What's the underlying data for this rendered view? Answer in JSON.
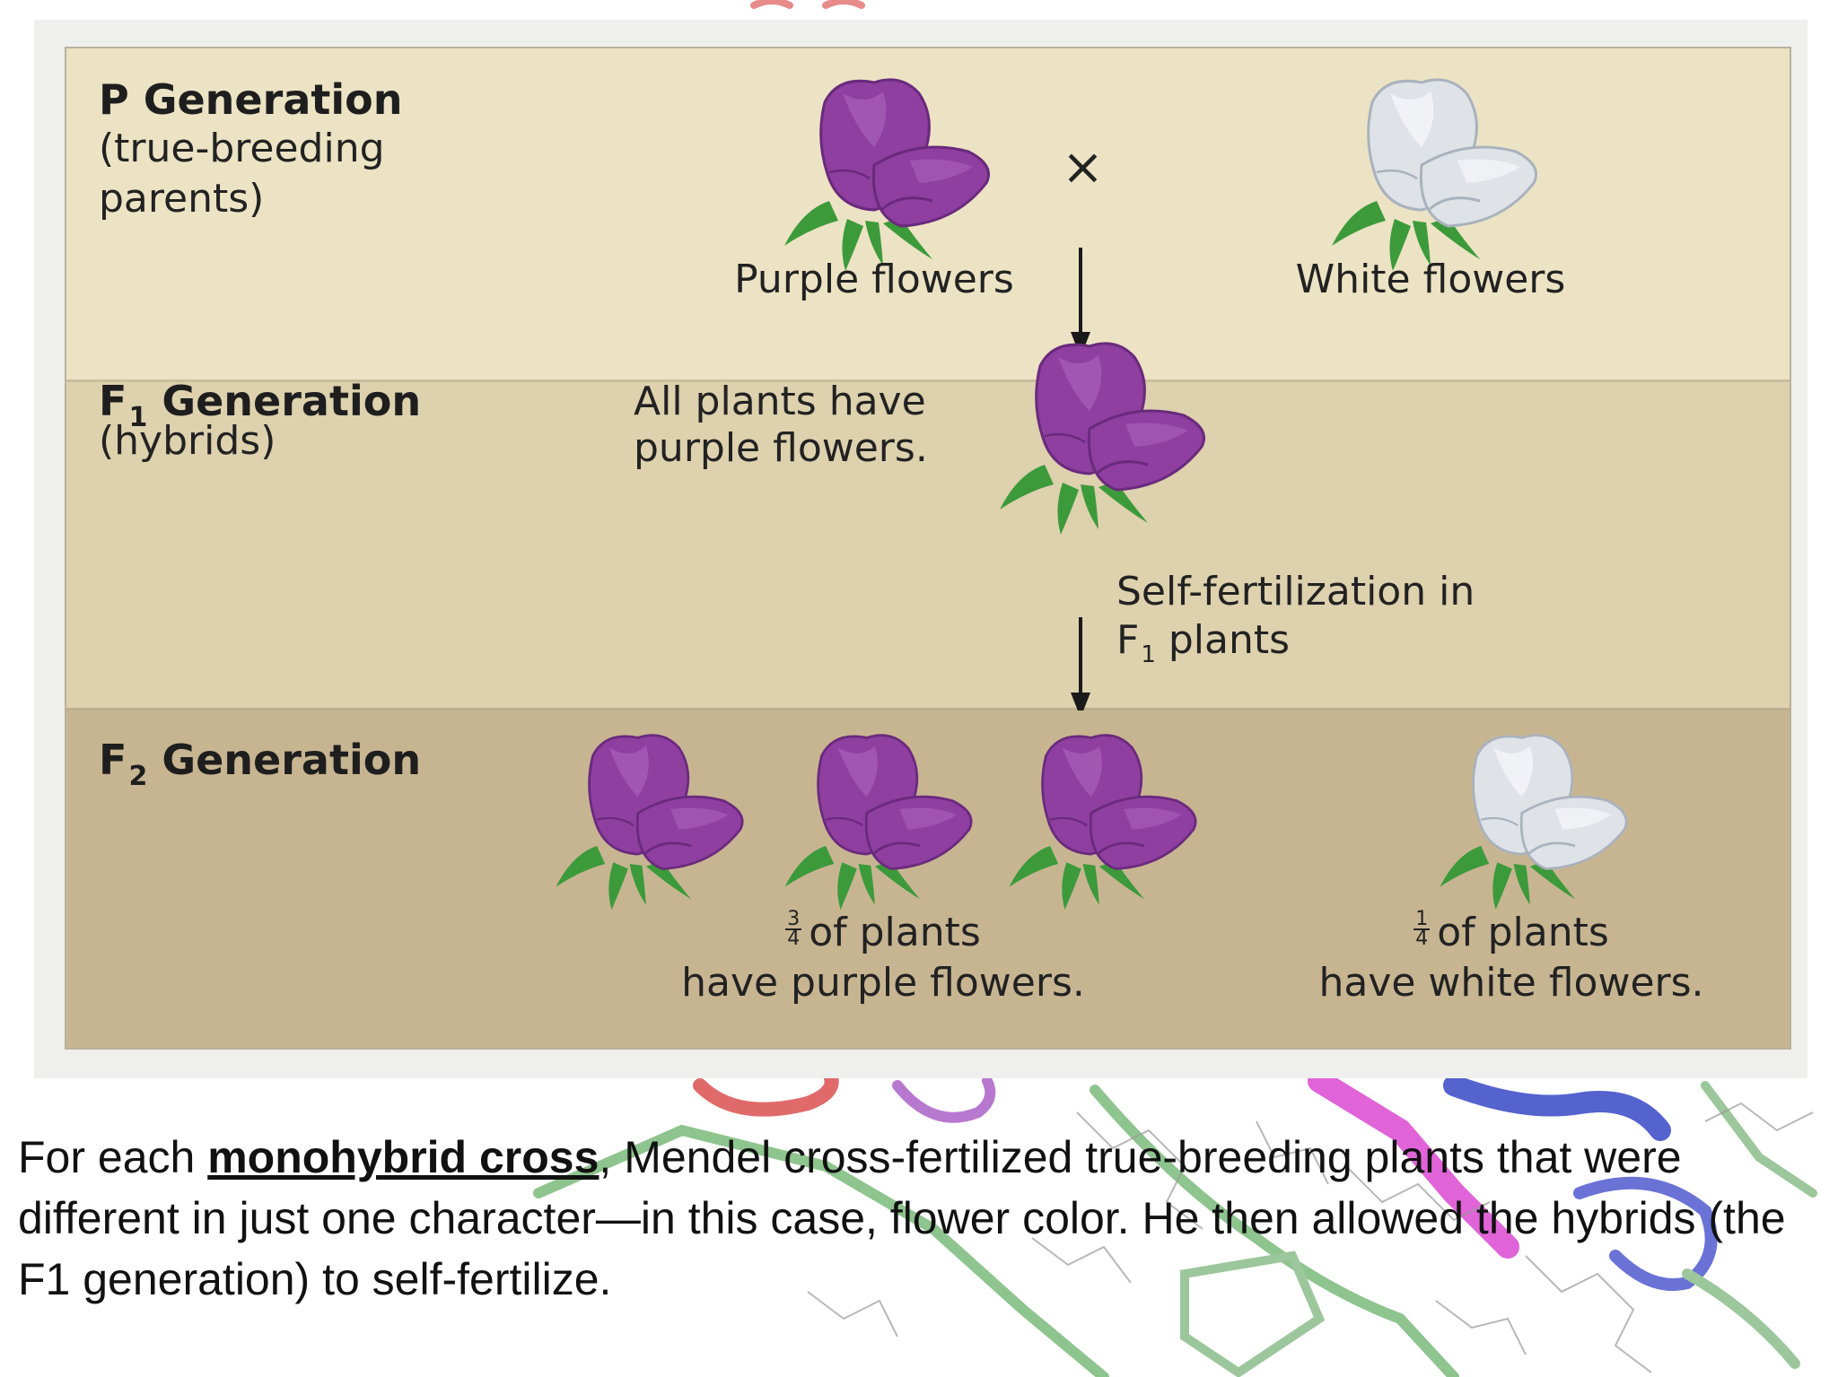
{
  "figure": {
    "cross_symbol": "×",
    "p_generation": {
      "title": "P Generation",
      "subtitle_line1": "(true-breeding",
      "subtitle_line2": "parents)",
      "left_label": "Purple flowers",
      "right_label": "White flowers",
      "left_flower_color": "#8e3fa0",
      "right_flower_color": "#dfe3e8"
    },
    "f1_generation": {
      "title_prefix": "F",
      "title_subscript": "1",
      "title_suffix": " Generation",
      "subtitle": "(hybrids)",
      "label_line1": "All plants have",
      "label_line2": "purple flowers.",
      "arrow_label_line1": "Self-fertilization in",
      "arrow_label_prefix": "F",
      "arrow_label_subscript": "1",
      "arrow_label_suffix": " plants"
    },
    "f2_generation": {
      "title_prefix": "F",
      "title_subscript": "2",
      "title_suffix": " Generation",
      "purple_fraction_num": "3",
      "purple_fraction_den": "4",
      "purple_label_line1": "of plants",
      "purple_label_line2": "have purple flowers.",
      "white_fraction_num": "1",
      "white_fraction_den": "4",
      "white_label_line1": "of plants",
      "white_label_line2": "have white flowers.",
      "purple_count": 3,
      "white_count": 1
    },
    "colors": {
      "band_p": "#ece3c4",
      "band_f1": "#ddd1ae",
      "band_f2": "#c7b592",
      "purple": "#8e3fa0",
      "white": "#dfe3e8",
      "leaf": "#3c9a3a"
    }
  },
  "caption": {
    "before": "For each ",
    "term": "monohybrid cross",
    "after": ", Mendel cross-fertilized true-breeding plants that were different in just one character—in this case, flower color. He then allowed the hybrids (the F1 generation) to self-fertilize."
  }
}
